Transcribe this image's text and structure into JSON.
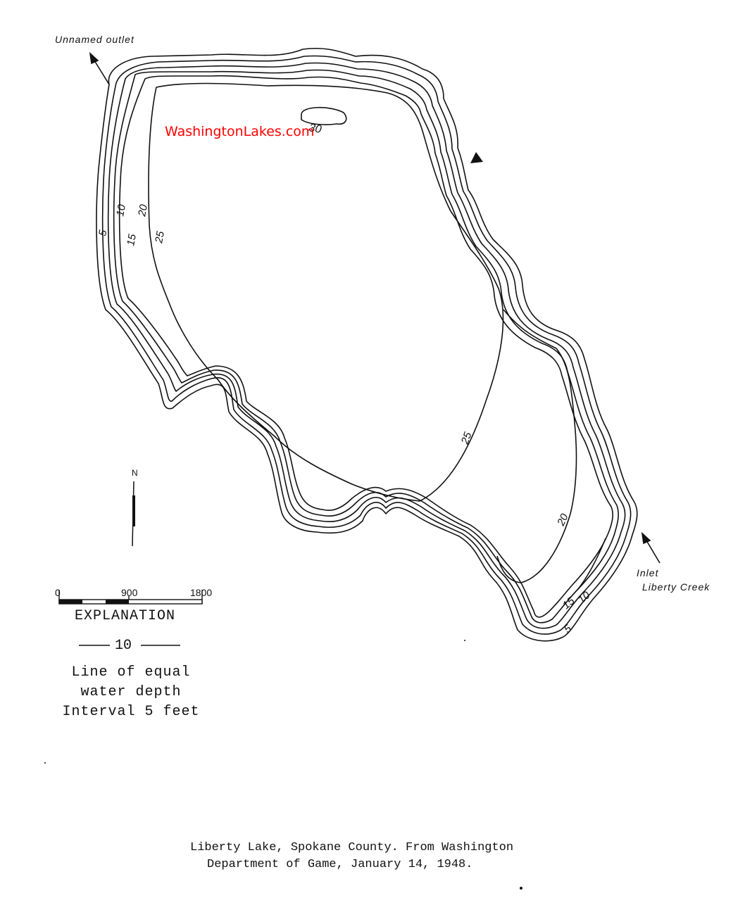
{
  "labels": {
    "outlet": "Unnamed outlet",
    "inlet": "Inlet",
    "inlet_creek": "Liberty Creek",
    "watermark": "WashingtonLakes.com",
    "north": "N"
  },
  "contours": {
    "left_5": "5",
    "left_10": "10",
    "left_15": "15",
    "left_20": "20",
    "left_25": "25",
    "top_30": "30",
    "center_25": "25",
    "right_20": "20",
    "bottom_15": "15",
    "bottom_10": "10",
    "bottom_5": "5"
  },
  "scale_bar": {
    "labels": [
      "0",
      "900",
      "1800"
    ]
  },
  "legend": {
    "title": "EXPLANATION",
    "line_label": "10",
    "line1": "Line of equal",
    "line2": "water depth",
    "line3": "Interval 5 feet"
  },
  "caption": {
    "line1": "Liberty Lake, Spokane County.  From Washington",
    "line2": "Department of Game, January 14, 1948."
  },
  "colors": {
    "ink": "#111111",
    "watermark": "#ff0000"
  }
}
